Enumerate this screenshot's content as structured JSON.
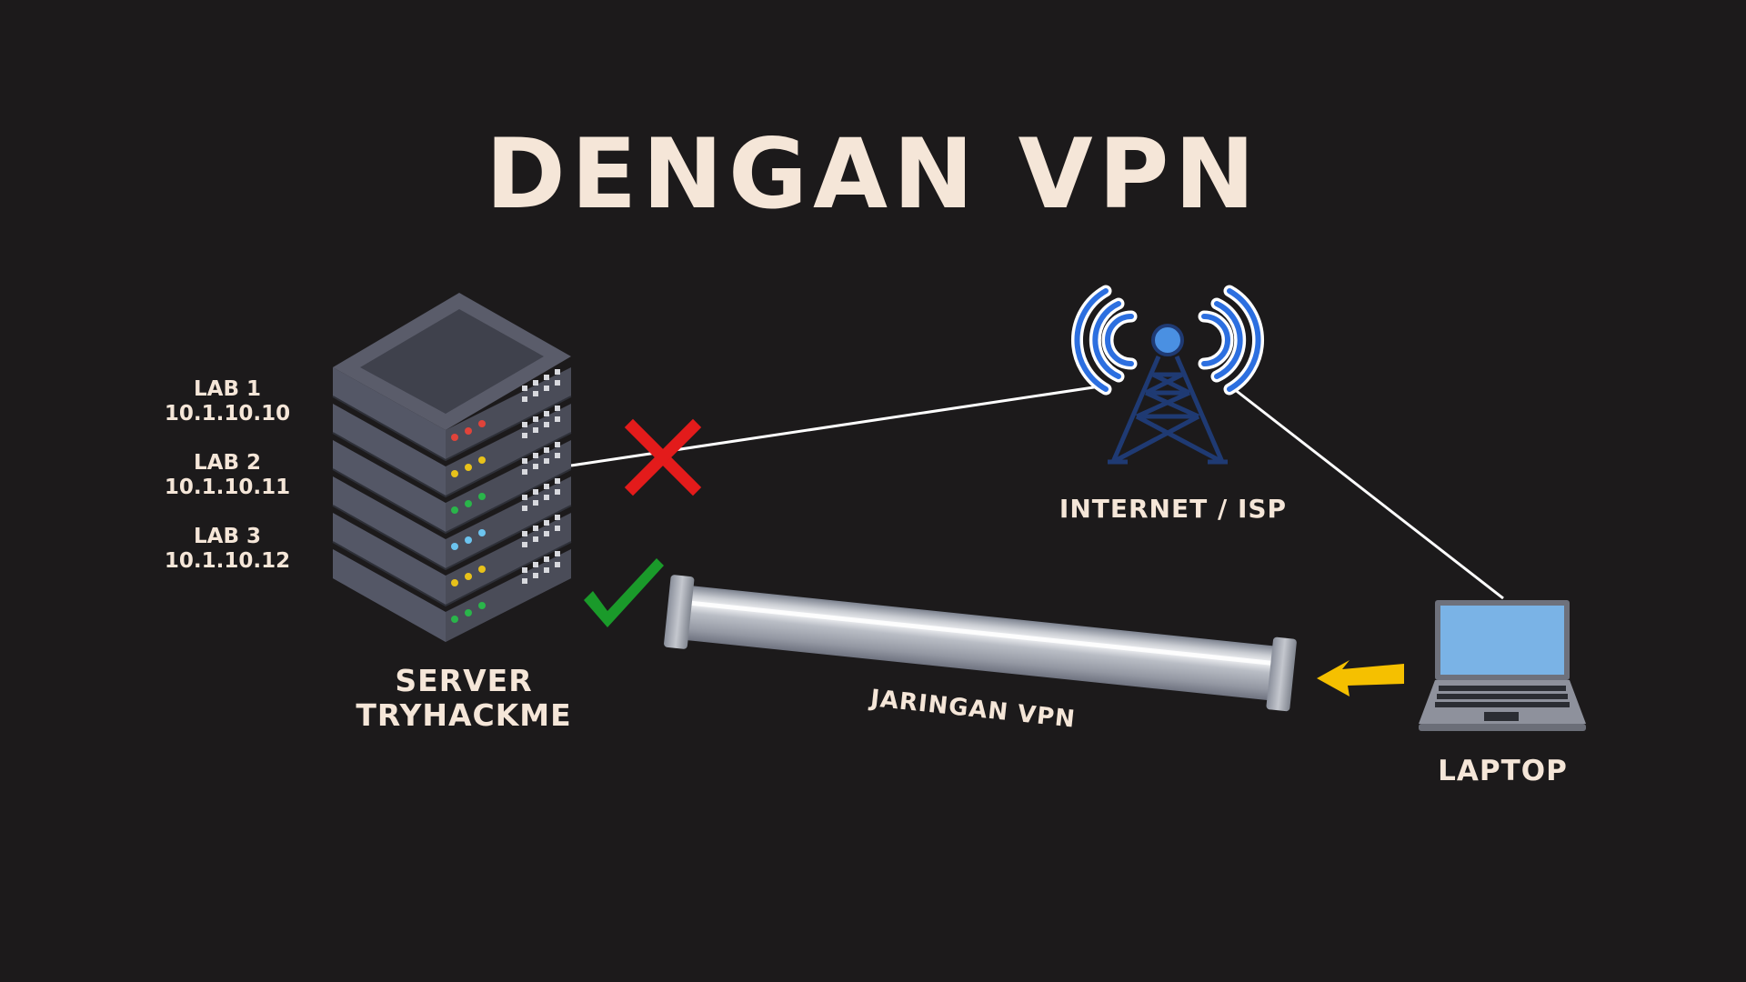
{
  "title": "DENGAN VPN",
  "labs": [
    {
      "name": "LAB 1",
      "ip": "10.1.10.10"
    },
    {
      "name": "LAB 2",
      "ip": "10.1.10.11"
    },
    {
      "name": "LAB 3",
      "ip": "10.1.10.12"
    }
  ],
  "nodes": {
    "server_line1": "SERVER",
    "server_line2": "TRYHACKME",
    "internet": "INTERNET / ISP",
    "laptop": "LAPTOP",
    "tunnel": "JARINGAN VPN"
  },
  "icons": {
    "blocked": "red-x-icon",
    "allowed": "green-checkmark-icon",
    "direction": "yellow-arrow-icon"
  },
  "colors": {
    "background": "#1c1a1b",
    "text": "#f5e6d8",
    "blocked": "#e31b1b",
    "allowed": "#1a9a2a",
    "arrow": "#f5c000",
    "tower": "#1f3a73"
  }
}
